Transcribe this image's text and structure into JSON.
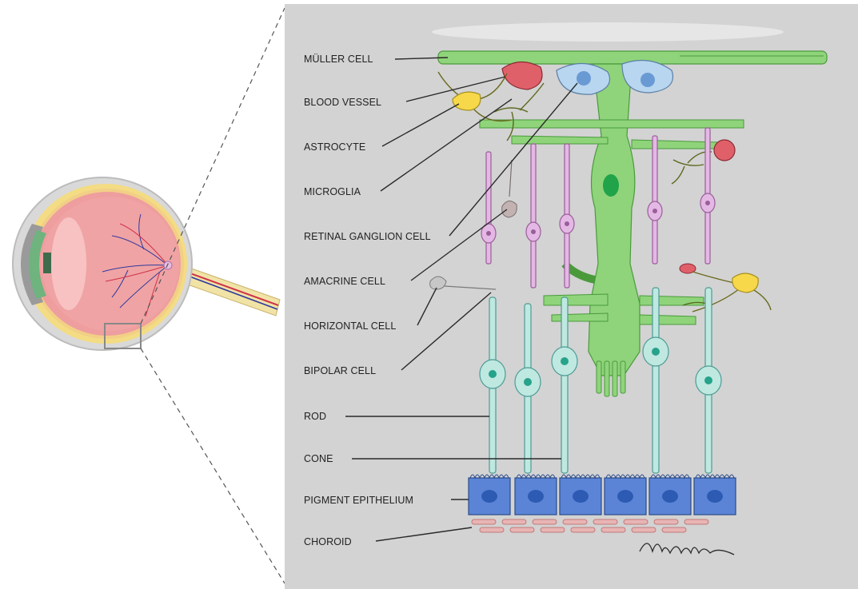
{
  "labels": {
    "muller_cell": "MÜLLER CELL",
    "blood_vessel": "BLOOD VESSEL",
    "astrocyte": "ASTROCYTE",
    "microglia": "MICROGLIA",
    "retinal_ganglion_cell": "RETINAL GANGLION CELL",
    "amacrine_cell": "AMACRINE CELL",
    "horizontal_cell": "HORIZONTAL CELL",
    "bipolar_cell": "BIPOLAR CELL",
    "rod": "ROD",
    "cone": "CONE",
    "pigment_epithelium": "PIGMENT EPITHELIUM",
    "choroid": "CHOROID"
  },
  "colors": {
    "panel_background": "#d3d3d3",
    "muller_green": "#8fd47a",
    "photoreceptor_cyan": "#bfe8e0",
    "bipolar_purple": "#e4b8e4",
    "ganglion_blue": "#b8d6ef",
    "epithelium_blue": "#5b84d6",
    "astrocyte_yellow": "#f6d84a",
    "blood_vessel_red": "#e0606a",
    "choroid_pink": "#e8b4b4",
    "eye_lens_green": "#6fb37f"
  },
  "signature_text": "A.T.P.-Ulrich"
}
